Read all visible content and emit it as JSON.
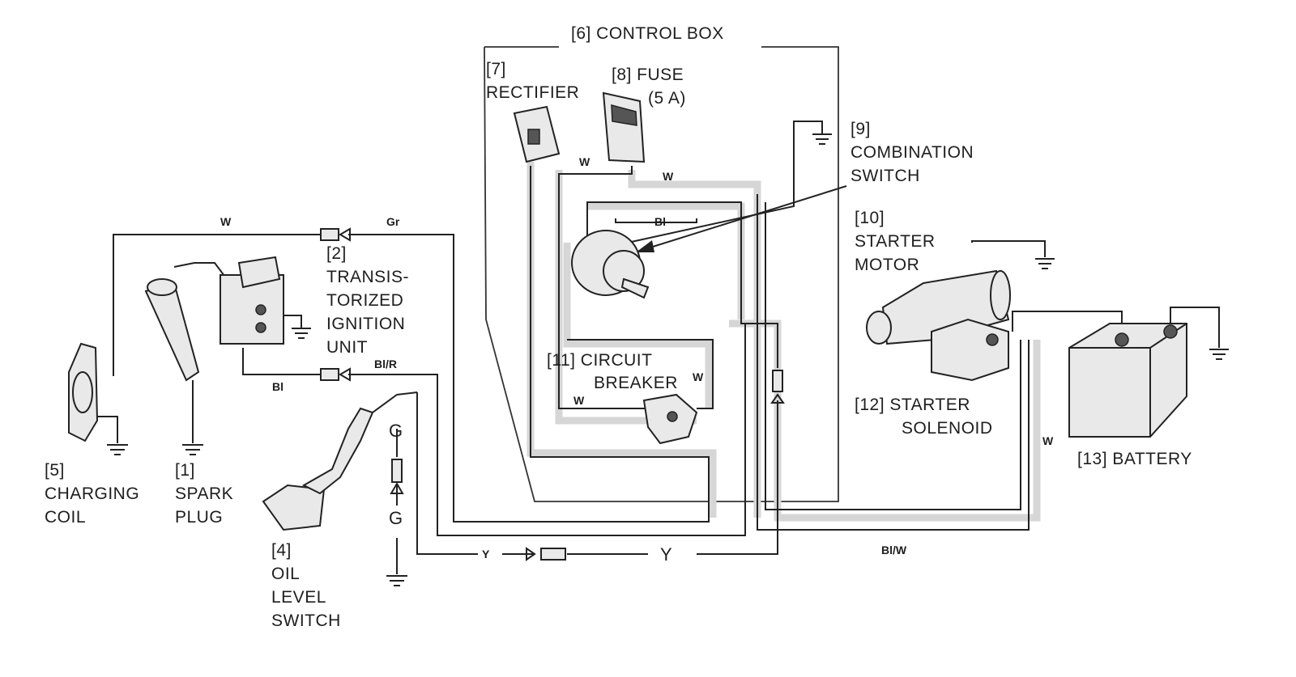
{
  "labels": {
    "control_box": "[6] CONTROL BOX",
    "rectifier_num": "[7]",
    "rectifier": "RECTIFIER",
    "fuse": "[8] FUSE",
    "fuse_rating": "(5 A)",
    "combination_num": "[9]",
    "combination_1": "COMBINATION",
    "combination_2": "SWITCH",
    "starter_motor_num": "[10]",
    "starter_motor_1": "STARTER",
    "starter_motor_2": "MOTOR",
    "ignition_num": "[2]",
    "ignition_1": "TRANSIS-",
    "ignition_2": "TORIZED",
    "ignition_3": "IGNITION",
    "ignition_4": "UNIT",
    "breaker_1": "[11] CIRCUIT",
    "breaker_2": "BREAKER",
    "solenoid_1": "[12] STARTER",
    "solenoid_2": "SOLENOID",
    "battery": "[13] BATTERY",
    "charging_num": "[5]",
    "charging_1": "CHARGING",
    "charging_2": "COIL",
    "spark_num": "[1]",
    "spark_1": "SPARK",
    "spark_2": "PLUG",
    "oil_num": "[4]",
    "oil_1": "OIL",
    "oil_2": "LEVEL",
    "oil_3": "SWITCH"
  },
  "wire_colors": {
    "top_left": "W",
    "top_right": "Gr",
    "ign_left": "Bl",
    "ign_right": "Bl/R",
    "rect_w": "W",
    "fuse_w": "W",
    "comb_bl": "Bl",
    "breaker_w_left": "W",
    "breaker_w_right": "W",
    "oil_g_top": "G",
    "oil_g_bottom": "G",
    "bottom_y_left": "Y",
    "bottom_y_right": "Y",
    "bottom_blw": "Bl/W",
    "battery_w": "W"
  },
  "colors": {
    "line": "#222222",
    "harness": "#d6d6d6",
    "part_fill": "#e9e9e9"
  }
}
